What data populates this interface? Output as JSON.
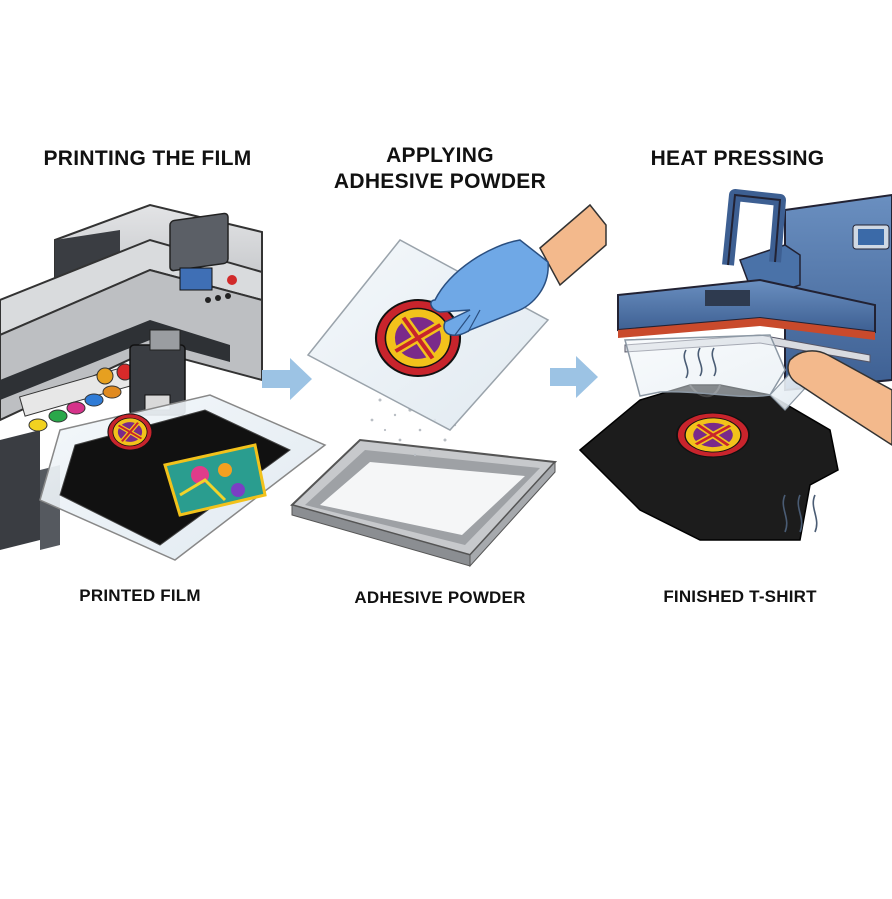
{
  "steps": [
    {
      "title": "PRINTING THE FILM",
      "caption": "PRINTED FILM"
    },
    {
      "title_line1": "APPLYING",
      "title_line2": "ADHESIVE POWDER",
      "caption": "ADHESIVE POWDER"
    },
    {
      "title": "HEAT PRESSING",
      "caption": "FINISHED T-SHIRT"
    }
  ],
  "colors": {
    "arrow": "#9cc3e4",
    "press_blue": "#4a72a8",
    "glove": "#6fa8e6",
    "printer_grey": "#cfd1d3",
    "shirt": "#1c1c1c",
    "logo_red": "#c8242c",
    "logo_gold": "#f2c21b"
  },
  "icons": [
    "printer-icon",
    "arrow-right-icon",
    "glove-hand-icon",
    "powder-tray-icon",
    "heat-press-icon",
    "tshirt-icon",
    "steam-icon"
  ]
}
